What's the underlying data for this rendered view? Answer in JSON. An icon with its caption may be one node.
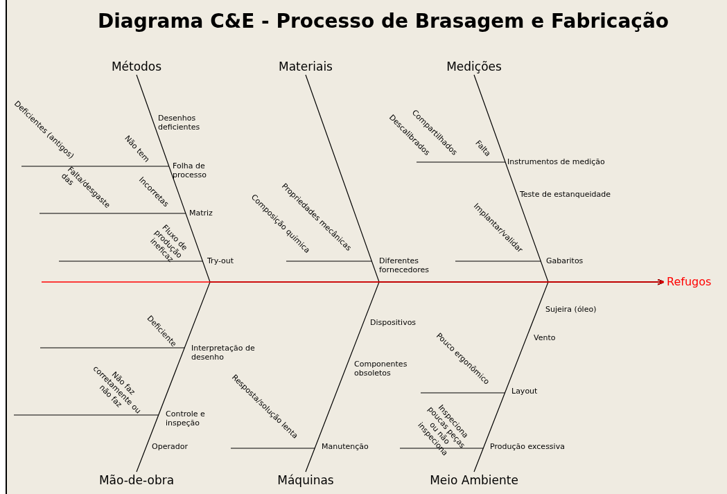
{
  "diagram": {
    "title": "Diagrama C&E - Processo de Brasagem e Fabricação",
    "nodes": [
      {
        "text": [
          "Métodos"
        ]
      },
      {
        "text": [
          "Materiais"
        ]
      },
      {
        "text": [
          "Medições"
        ]
      },
      {
        "text": [
          "Mão-de-obra"
        ]
      },
      {
        "text": [
          "Máquinas"
        ]
      },
      {
        "text": [
          "Meio Ambiente"
        ]
      },
      {
        "text": [
          "Refugos"
        ]
      }
    ],
    "edges": [
      {
        "from": 0,
        "to": 6,
        "arrow": "to"
      },
      {
        "from": 1,
        "to": 6,
        "arrow": "to"
      },
      {
        "from": 2,
        "to": 6,
        "arrow": "to"
      },
      {
        "from": 3,
        "to": 6,
        "arrow": "to"
      },
      {
        "from": 4,
        "to": 6,
        "arrow": "to"
      },
      {
        "from": 5,
        "to": 6,
        "arrow": "to"
      },
      {
        "from": null,
        "to": 6,
        "arrow": "to",
        "color": "#ff0000"
      }
    ],
    "labels": [
      "Deficientes (antigos)",
      "Desenhos deficientes",
      "Não tem",
      "Folha de processo",
      "Falta/desgaste das",
      "Incorretas",
      "Matriz",
      "Fluxo de produção ineficaz",
      "Try-out",
      "Propriedades mecânicas",
      "Composição química",
      "Diferentes fornecedores",
      "Compartilhados",
      "Descalibrados",
      "Falta",
      "Instrumentos de medição",
      "Teste de estanqueidade",
      "Implantar/validar",
      "Gabaritos",
      "Sujeira (óleo)",
      "Deficiente",
      "Dispositivos",
      "Pouco ergonômico",
      "Vento",
      "Interpretação de desenho",
      "Componentes obsoletos",
      "Não faz corretamente ou não faz",
      "Layout",
      "Controle e inspeção",
      "Resposta/solução lenta",
      "Inspeciona poucas peças ou não inspeciona",
      "Operador",
      "Manutenção",
      "Produção excessiva"
    ]
  }
}
